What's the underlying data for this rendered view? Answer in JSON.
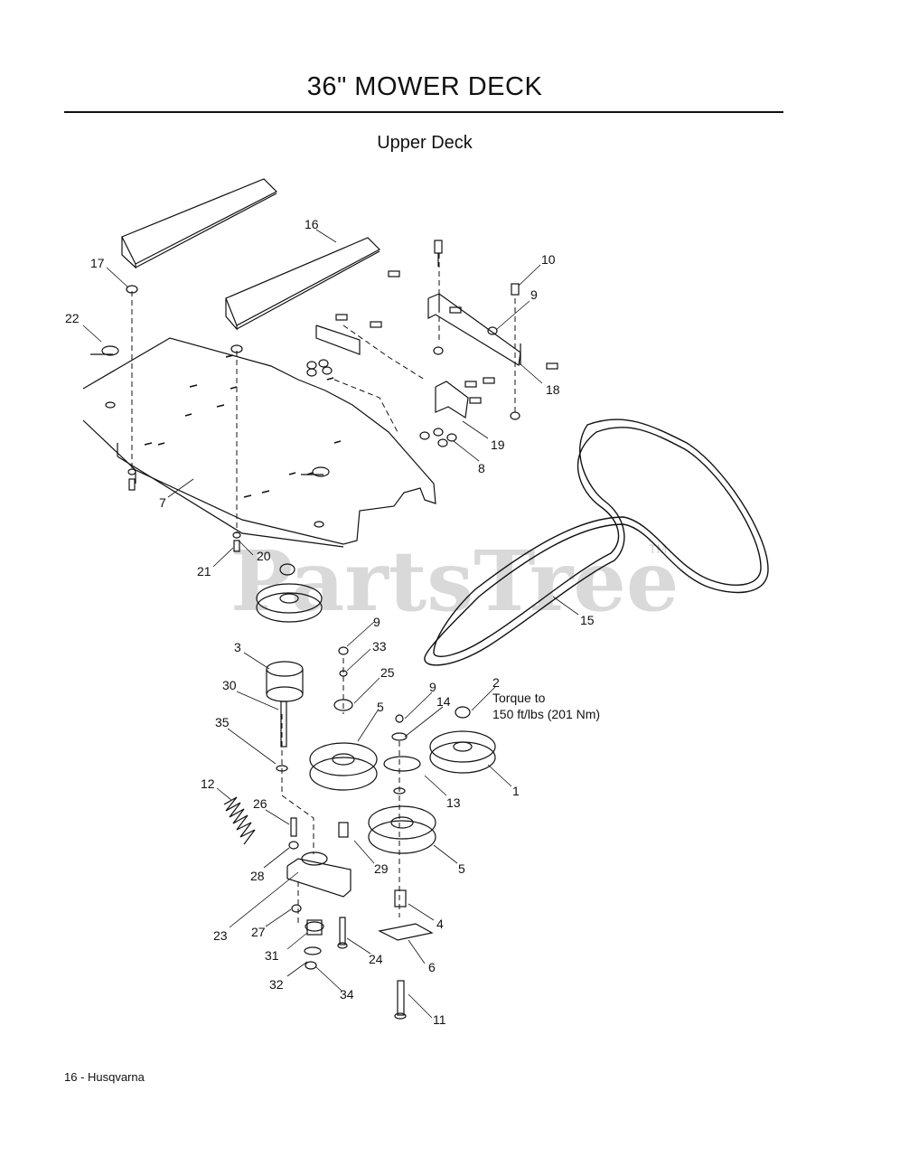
{
  "page": {
    "title": "36\" MOWER DECK",
    "subtitle": "Upper Deck",
    "footer": "16 - Husqvarna"
  },
  "watermark": {
    "text": "PartsTree",
    "mark": "TM"
  },
  "annotation": {
    "line1": "Torque to",
    "line2": "150 ft/lbs (201 Nm)"
  },
  "callouts": {
    "c1": "1",
    "c2": "2",
    "c3": "3",
    "c4": "4",
    "c5a": "5",
    "c5b": "5",
    "c6": "6",
    "c7": "7",
    "c8": "8",
    "c9a": "9",
    "c9b": "9",
    "c9c": "9",
    "c10": "10",
    "c11": "11",
    "c12": "12",
    "c13": "13",
    "c14": "14",
    "c15": "15",
    "c16": "16",
    "c17": "17",
    "c18": "18",
    "c19": "19",
    "c20": "20",
    "c21": "21",
    "c22": "22",
    "c23": "23",
    "c24": "24",
    "c25": "25",
    "c26": "26",
    "c27": "27",
    "c28": "28",
    "c29": "29",
    "c30": "30",
    "c31": "31",
    "c32": "32",
    "c33": "33",
    "c34": "34",
    "c35": "35"
  }
}
